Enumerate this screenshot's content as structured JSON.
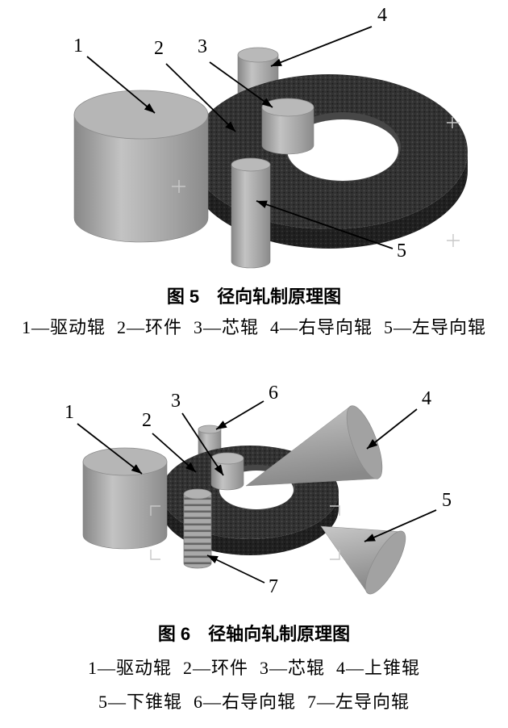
{
  "figure5": {
    "caption": "图 5　径向轧制原理图",
    "callouts": [
      "1",
      "2",
      "3",
      "4",
      "5"
    ],
    "legend_items": [
      "1—驱动辊",
      "2—环件",
      "3—芯辊",
      "4—右导向辊",
      "5—左导向辊"
    ]
  },
  "figure6": {
    "caption": "图 6　径轴向轧制原理图",
    "callouts": [
      "1",
      "2",
      "3",
      "4",
      "5",
      "6",
      "7"
    ],
    "legend_rows": [
      [
        "1—驱动辊",
        "2—环件",
        "3—芯辊",
        "4—上锥辊"
      ],
      [
        "5—下锥辊",
        "6—右导向辊",
        "7—左导向辊"
      ]
    ]
  },
  "colors": {
    "roller": "#aaaaaa",
    "ring": "#2e2e2e",
    "arrow": "#000000",
    "text": "#000000",
    "background": "#ffffff"
  }
}
